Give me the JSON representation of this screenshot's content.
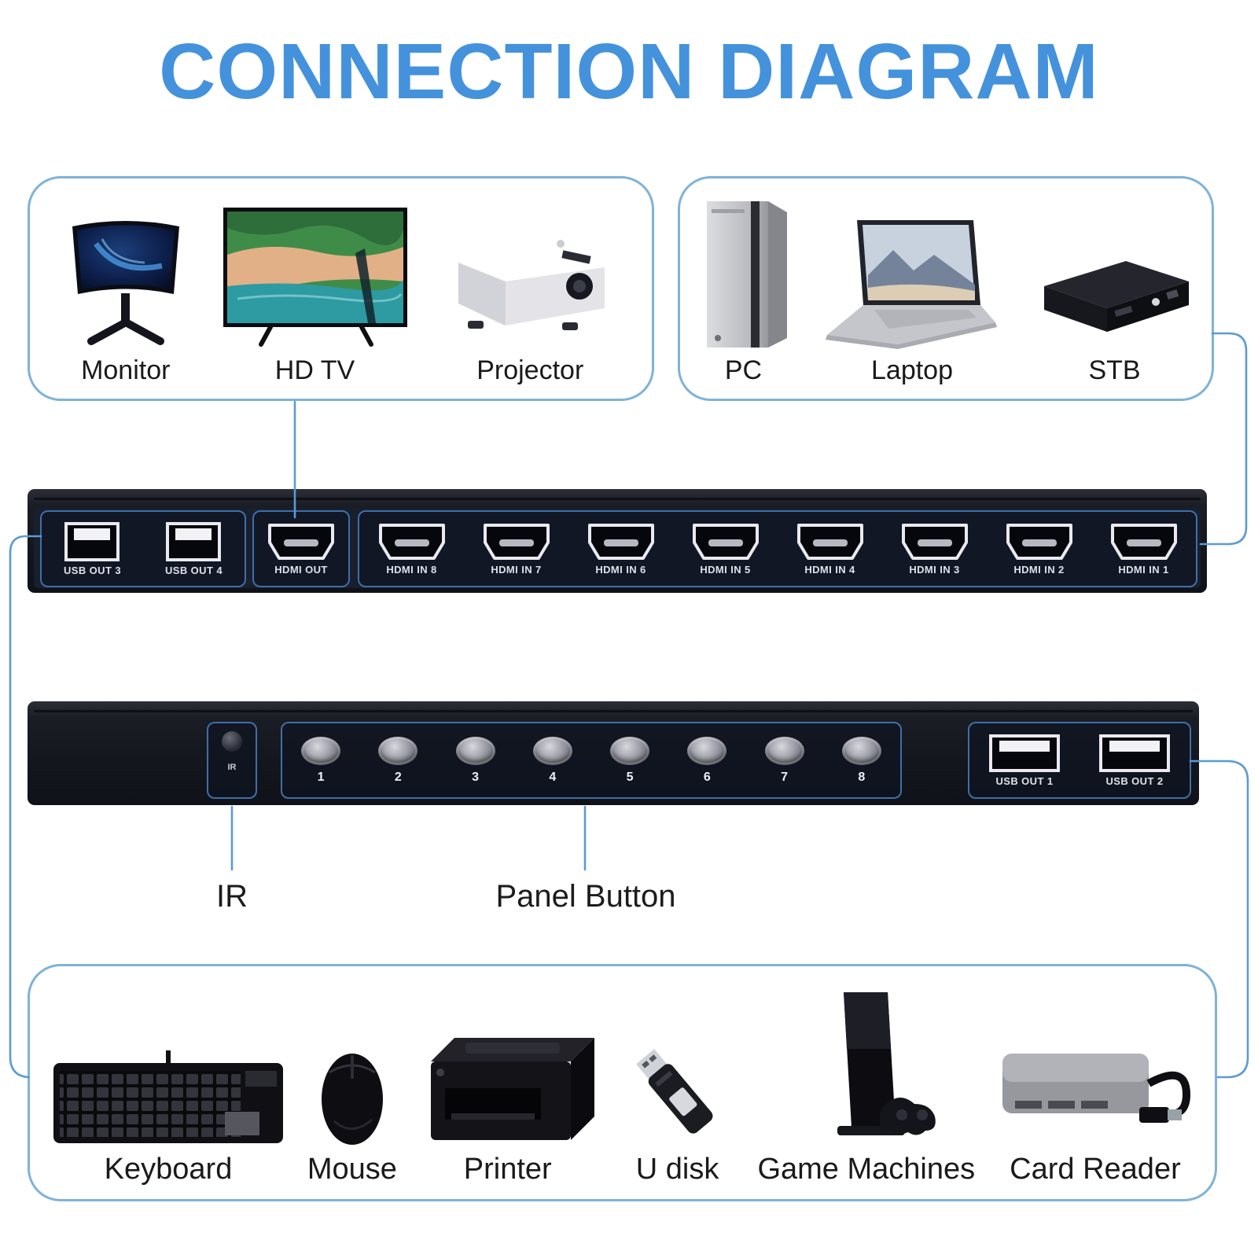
{
  "title": "CONNECTION DIAGRAM",
  "colors": {
    "accent": "#4592dc",
    "box-border": "#7fb2d9",
    "line": "#5b9bd5",
    "group-outline": "#3f6fa8",
    "panel-bg": "#16181f",
    "label": "#1a1a1a",
    "port-label": "#dfe2ea"
  },
  "display_box": {
    "items": [
      {
        "label": "Monitor"
      },
      {
        "label": "HD TV"
      },
      {
        "label": "Projector"
      }
    ]
  },
  "source_box": {
    "items": [
      {
        "label": "PC"
      },
      {
        "label": "Laptop"
      },
      {
        "label": "STB"
      }
    ]
  },
  "rear_panel": {
    "usb_out_ports": [
      {
        "label": "USB OUT 3"
      },
      {
        "label": "USB OUT 4"
      }
    ],
    "hdmi_out": {
      "label": "HDMI OUT"
    },
    "hdmi_in_ports": [
      {
        "label": "HDMI IN 8"
      },
      {
        "label": "HDMI IN 7"
      },
      {
        "label": "HDMI IN 6"
      },
      {
        "label": "HDMI IN 5"
      },
      {
        "label": "HDMI IN 4"
      },
      {
        "label": "HDMI IN 3"
      },
      {
        "label": "HDMI IN 2"
      },
      {
        "label": "HDMI IN 1"
      }
    ]
  },
  "front_panel": {
    "ir_window_label": "IR",
    "buttons": [
      {
        "label": "1"
      },
      {
        "label": "2"
      },
      {
        "label": "3"
      },
      {
        "label": "4"
      },
      {
        "label": "5"
      },
      {
        "label": "6"
      },
      {
        "label": "7"
      },
      {
        "label": "8"
      }
    ],
    "usb_out_ports": [
      {
        "label": "USB OUT 1"
      },
      {
        "label": "USB OUT 2"
      }
    ]
  },
  "annotations": {
    "ir": "IR",
    "panel_button": "Panel Button"
  },
  "peripheral_box": {
    "items": [
      {
        "label": "Keyboard"
      },
      {
        "label": "Mouse"
      },
      {
        "label": "Printer"
      },
      {
        "label": "U disk"
      },
      {
        "label": "Game Machines"
      },
      {
        "label": "Card Reader"
      }
    ]
  }
}
